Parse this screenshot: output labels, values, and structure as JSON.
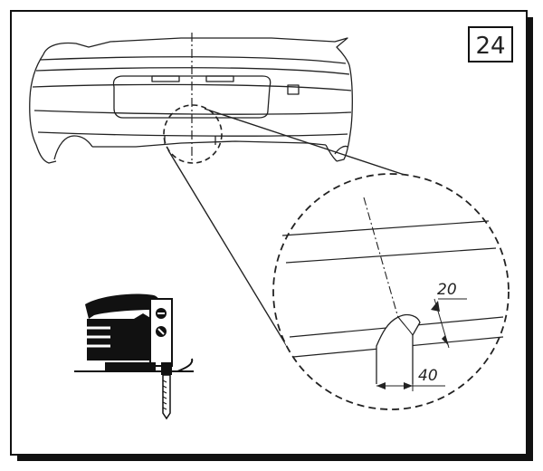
{
  "figure": {
    "step_number": "24",
    "dimensions": {
      "vertical": "20",
      "horizontal": "40"
    },
    "tool_icon": "jigsaw-icon",
    "colors": {
      "line": "#1a1a1a",
      "background": "#ffffff",
      "shadow": "#111111"
    }
  }
}
